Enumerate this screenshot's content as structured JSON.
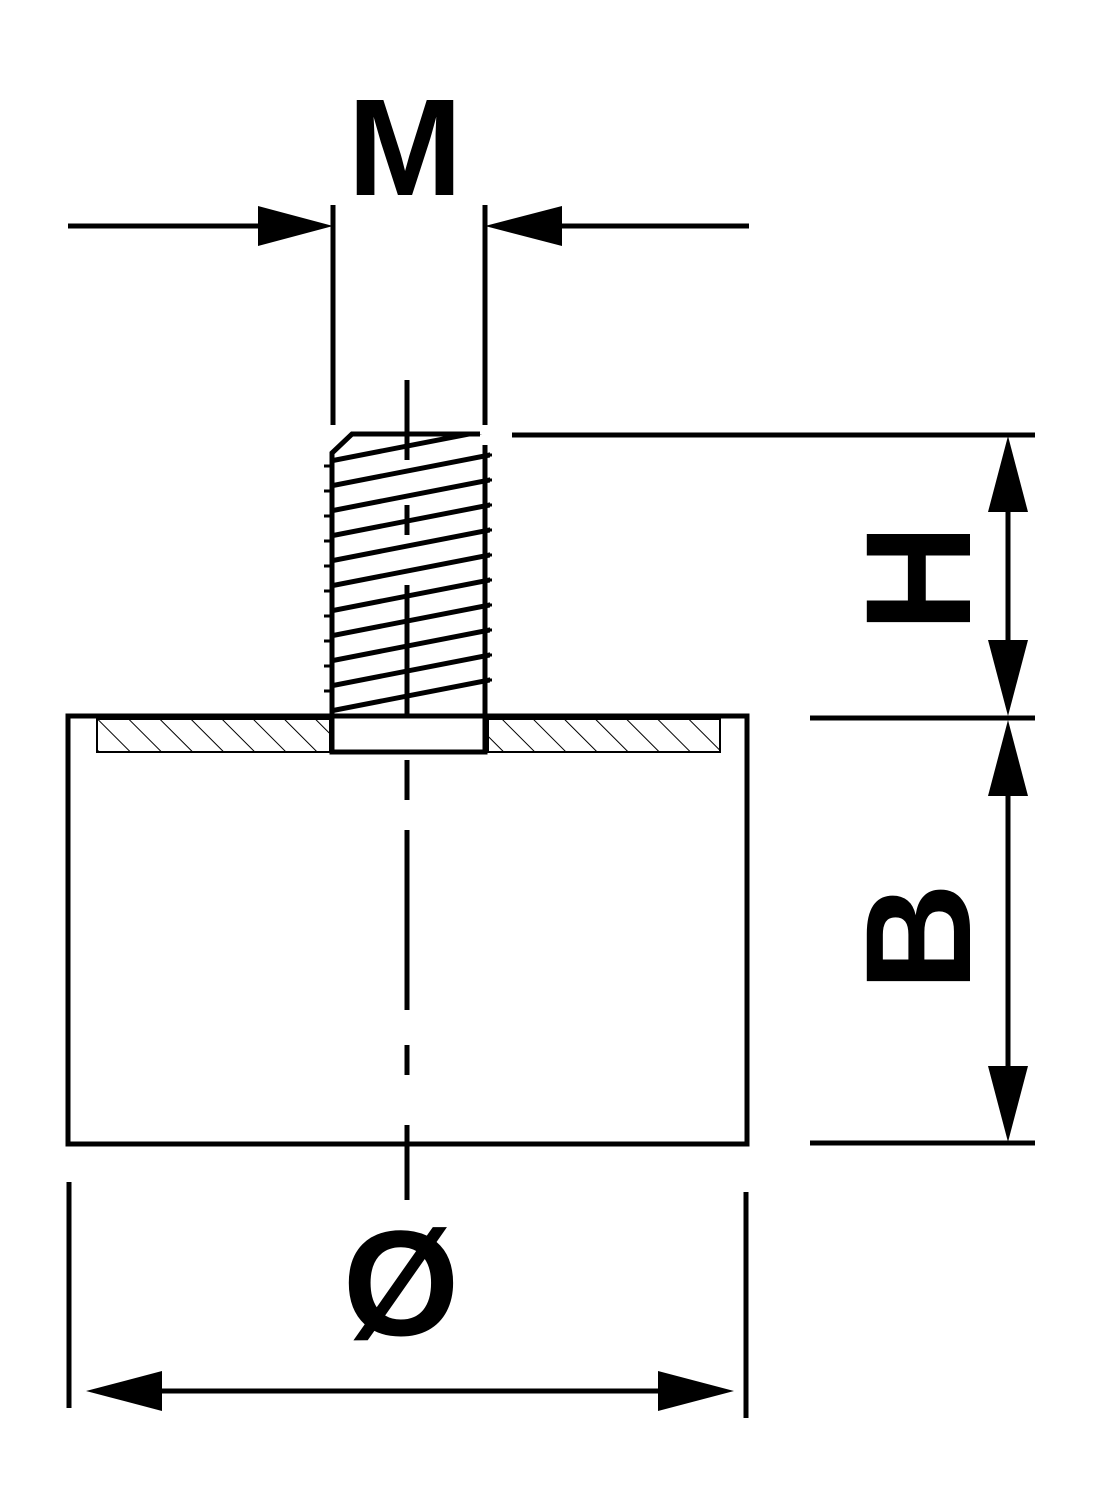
{
  "labels": {
    "thread": "M",
    "stud_height": "H",
    "body_height": "B",
    "diameter": "Ø"
  },
  "colors": {
    "line": "#000000",
    "background": "#ffffff"
  }
}
